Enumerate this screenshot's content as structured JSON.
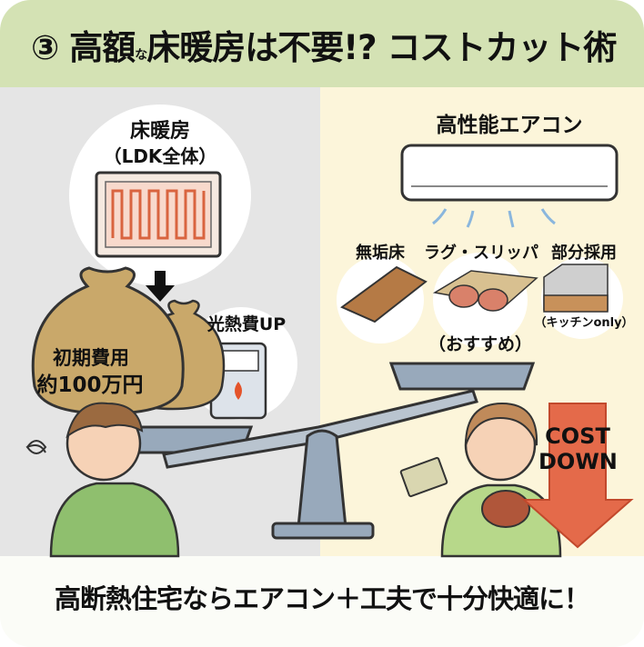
{
  "title": {
    "number": "③",
    "part1": "高額",
    "small": "な",
    "part2": "床暖房は不要!? コストカット術"
  },
  "left": {
    "floor_heating_label": "床暖房",
    "floor_heating_sub": "（LDK全体）",
    "bag_line1": "初期費用",
    "bag_line2": "約100万円",
    "utility_label": "光熱費UP"
  },
  "right": {
    "aircon_label": "高性能エアコン",
    "items": [
      {
        "label": "無垢床"
      },
      {
        "label": "ラグ・スリッパ"
      },
      {
        "label": "部分採用",
        "note": "（キッチンonly）"
      }
    ],
    "recommend": "（おすすめ）",
    "cost_down_line1": "COST",
    "cost_down_line2": "DOWN"
  },
  "footer": "高断熱住宅ならエアコン＋工夫で十分快適に！",
  "colors": {
    "title_band": "#d4e2b4",
    "left_bg": "#e5e5e5",
    "right_bg": "#fcf5da",
    "arrow": "#e46a4a",
    "bag": "#c9a86a"
  }
}
